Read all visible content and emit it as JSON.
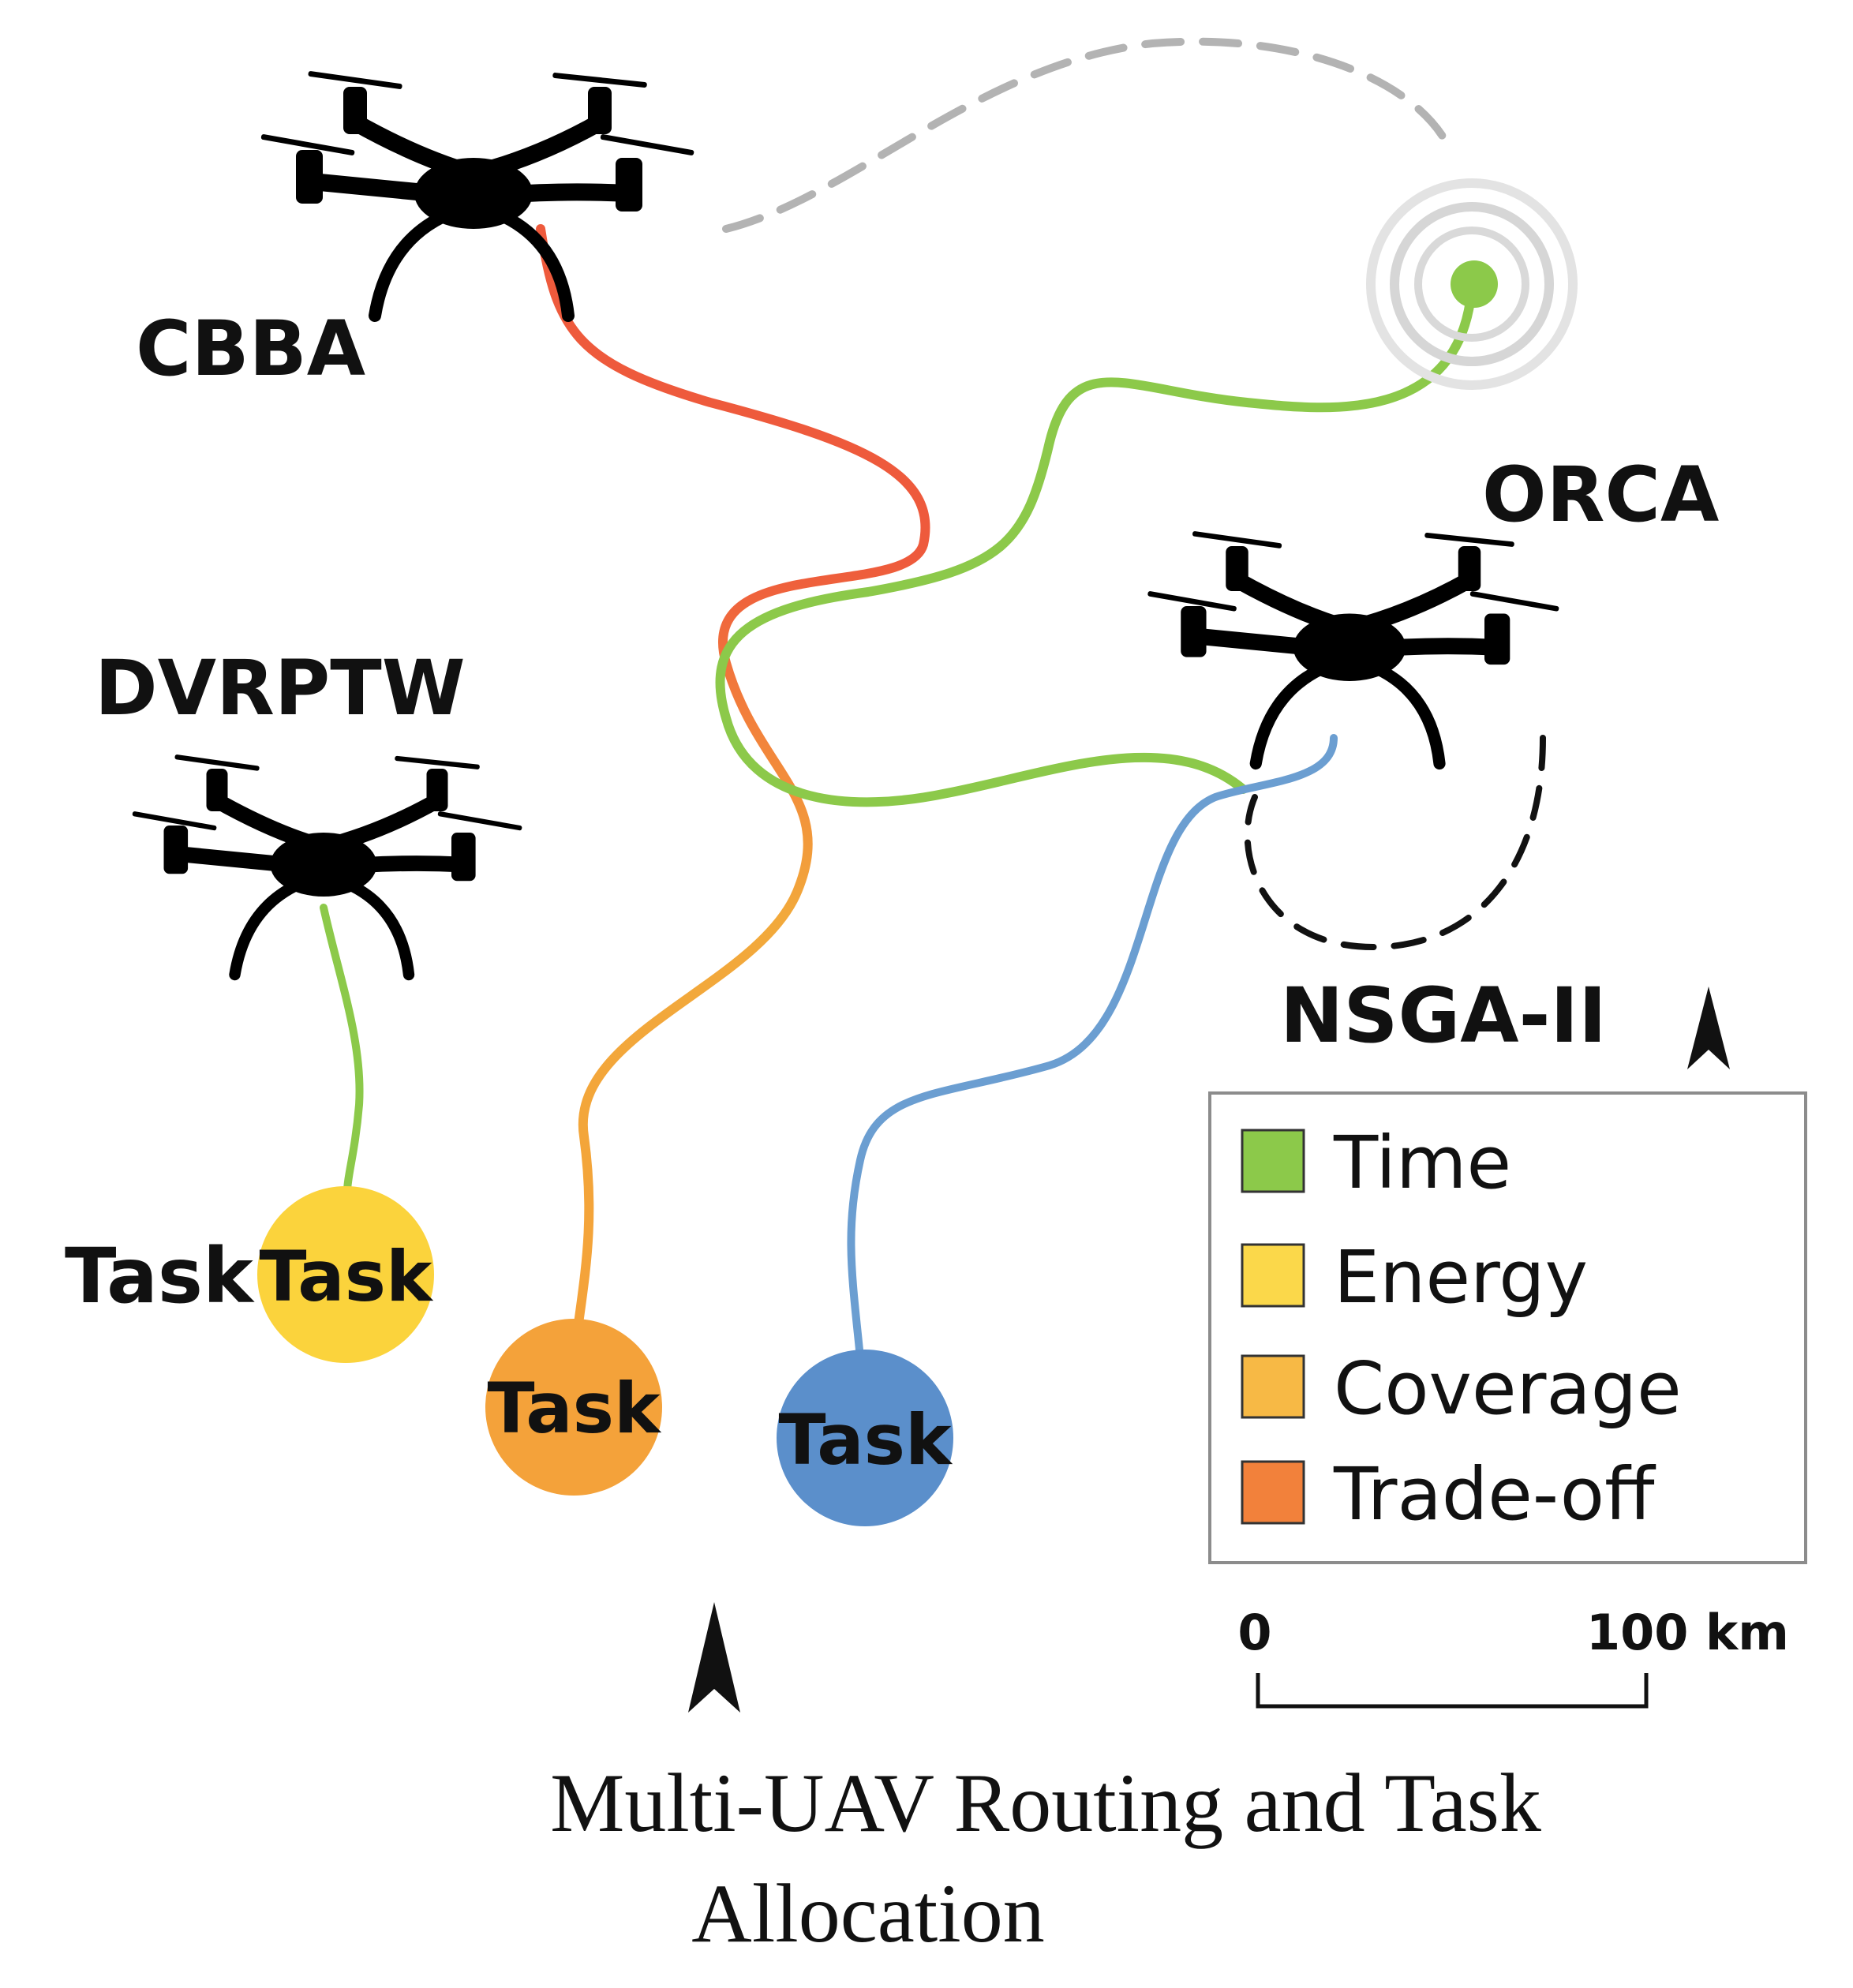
{
  "algorithms": {
    "cbba": "CBBA",
    "orca": "ORCA",
    "dvrptw": "DVRPTW",
    "nsga": "NSGA-II"
  },
  "tasks": {
    "outside_label": "Task",
    "yellow": "Task",
    "orange": "Task",
    "blue": "Task"
  },
  "legend": {
    "items": [
      {
        "label": "Time",
        "color": "#8cc94a"
      },
      {
        "label": "Energy",
        "color": "#fbd84a"
      },
      {
        "label": "Coverage",
        "color": "#f7b945"
      },
      {
        "label": "Trade-off",
        "color": "#f2813b"
      }
    ]
  },
  "scale_bar": {
    "start": "0",
    "end": "100 km"
  },
  "caption": {
    "line1": "Multi-UAV Routing and Task",
    "line2": "Allocation"
  },
  "colors": {
    "route_red": "#ee5a3c",
    "route_orange": "#f2a93b",
    "route_green": "#8cc94a",
    "route_blue": "#6b9ed1",
    "task_yellow": "#fbd33c",
    "task_orange": "#f4a23a",
    "task_blue": "#5b8fcb",
    "drone": "#000000",
    "target_ring": "#d9d9d9"
  },
  "icons": {
    "drone": "quadcopter-icon",
    "target": "target-icon",
    "north": "north-arrow-icon"
  }
}
